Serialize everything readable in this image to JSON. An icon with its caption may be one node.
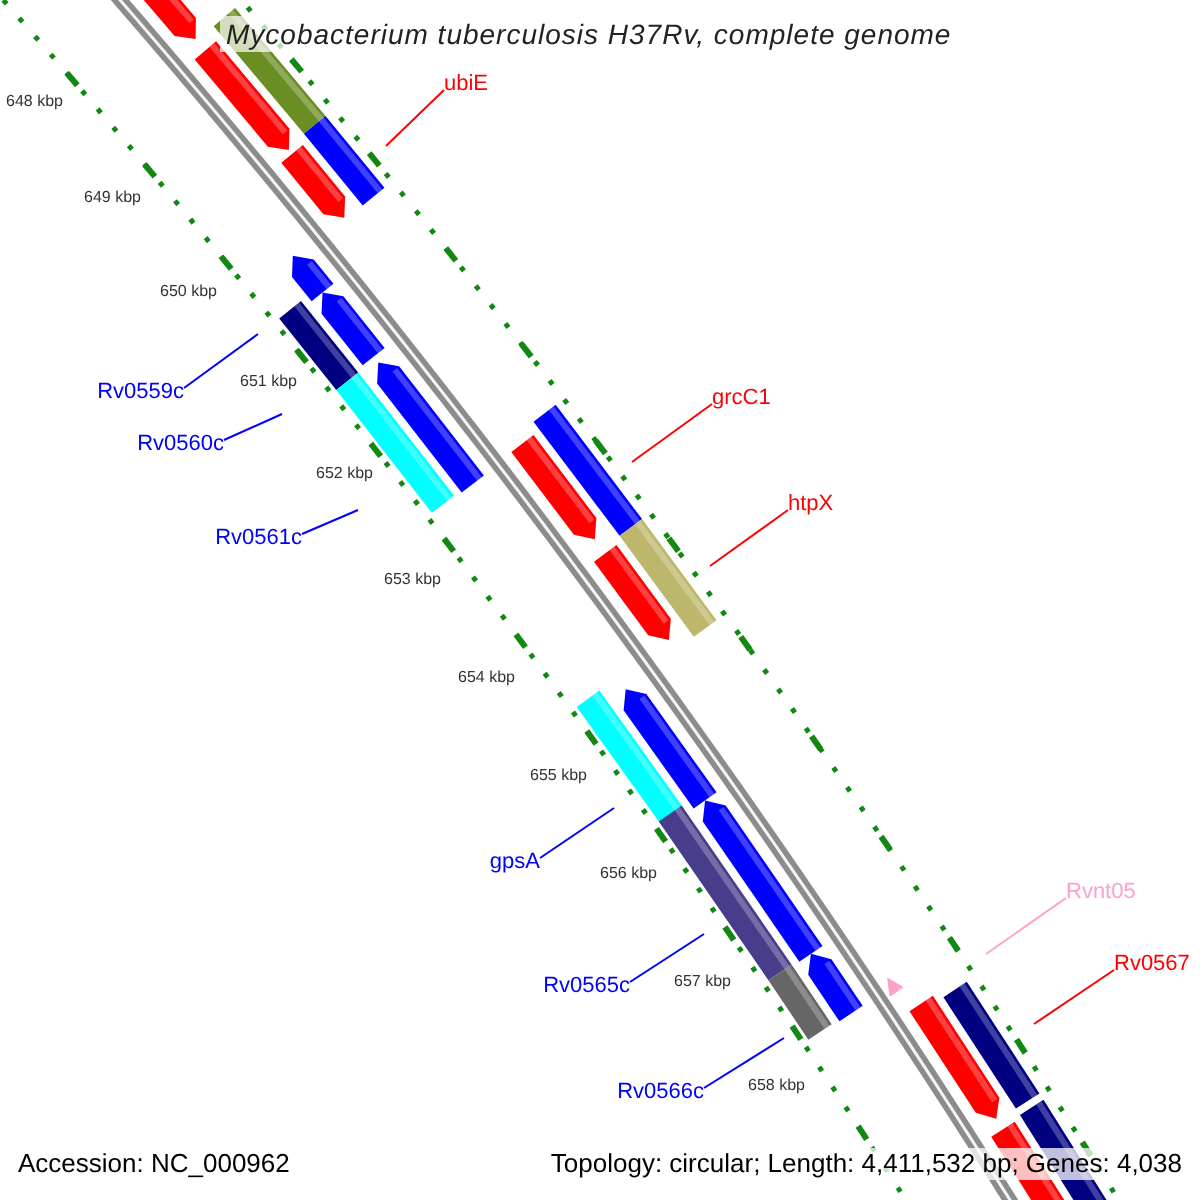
{
  "diagram": {
    "title": "Mycobacterium tuberculosis H37Rv, complete genome",
    "nodes": [
      {
        "text": [
          "ubiE"
        ]
      },
      {
        "text": [
          "Rv0559c"
        ]
      },
      {
        "text": [
          "grcC1"
        ]
      },
      {
        "text": [
          "Rv0560c"
        ]
      },
      {
        "text": [
          "htpX"
        ]
      },
      {
        "text": [
          "Rv0561c"
        ]
      },
      {
        "text": [
          "gpsA"
        ]
      },
      {
        "text": [
          "Rvnt05"
        ]
      },
      {
        "text": [
          "Rv0567"
        ]
      },
      {
        "text": [
          "Rv0565c"
        ]
      },
      {
        "text": [
          "Rv0566c"
        ]
      }
    ],
    "edges": [
      {
        "from": 0,
        "to": null,
        "arrow": "none",
        "color": "#ff0000"
      },
      {
        "from": 1,
        "to": null,
        "arrow": "none"
      },
      {
        "from": 2,
        "to": null,
        "arrow": "none",
        "color": "#ff0000"
      },
      {
        "from": 3,
        "to": null,
        "arrow": "none"
      },
      {
        "from": 4,
        "to": null,
        "arrow": "none",
        "color": "#ff0000"
      },
      {
        "from": 5,
        "to": null,
        "arrow": "none"
      },
      {
        "from": 6,
        "to": null,
        "arrow": "none"
      },
      {
        "from": 7,
        "to": null,
        "arrow": "none",
        "color": "#ffa0cc"
      },
      {
        "from": 8,
        "to": null,
        "arrow": "none",
        "color": "#ff0000"
      },
      {
        "from": 9,
        "to": null,
        "arrow": "none"
      },
      {
        "from": 10,
        "to": null,
        "arrow": "none"
      }
    ],
    "labels": [
      "648 kbp",
      "649 kbp",
      "650 kbp",
      "651 kbp",
      "652 kbp",
      "653 kbp",
      "654 kbp",
      "655 kbp",
      "656 kbp",
      "657 kbp",
      "658 kbp",
      "Accession: NC_000962",
      "Topology: circular; Length: 4,411,532 bp; Genes: 4,038"
    ]
  }
}
